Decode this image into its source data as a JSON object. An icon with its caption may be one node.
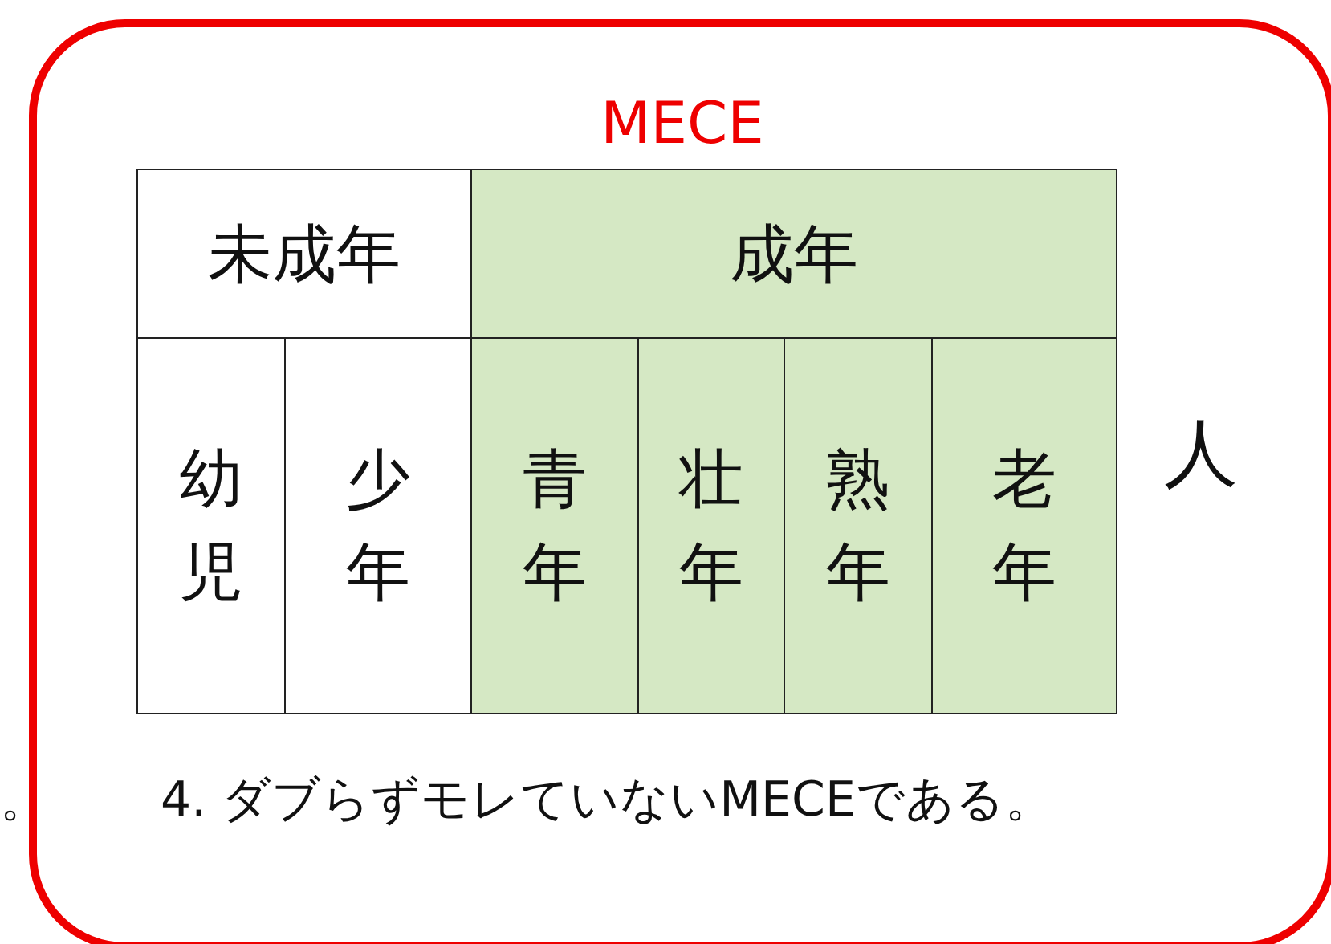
{
  "diagram": {
    "nodes": [
      {
        "text": [
          "MECE"
        ]
      }
    ],
    "labels": [
      "未成年",
      "成年",
      "幼児",
      "少年",
      "青年",
      "壮年",
      "熟年",
      "老年",
      "人",
      "4. ダブらずモレていないMECEである。",
      "。"
    ]
  }
}
